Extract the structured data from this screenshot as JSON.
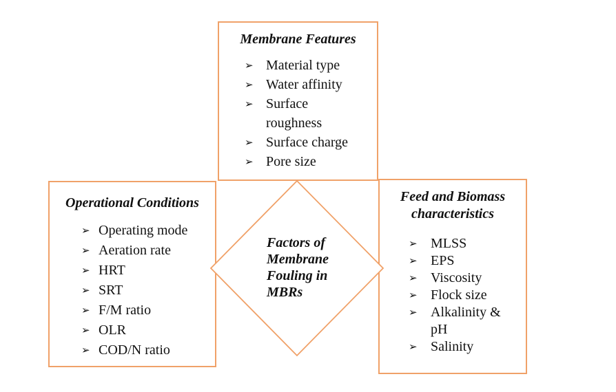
{
  "colors": {
    "border": "#F0A168",
    "text": "#111111",
    "background": "#FFFFFF"
  },
  "bullet_glyph": "➢",
  "boxes": {
    "membrane": {
      "title": "Membrane Features",
      "items": [
        "Material type",
        "Water affinity",
        "Surface roughness",
        "Surface charge",
        "Pore size"
      ]
    },
    "operational": {
      "title": "Operational Conditions",
      "items": [
        "Operating mode",
        "Aeration rate",
        "HRT",
        "SRT",
        "F/M ratio",
        "OLR",
        "COD/N ratio"
      ]
    },
    "feed": {
      "title": "Feed and Biomass characteristics",
      "items": [
        "MLSS",
        "EPS",
        "Viscosity",
        "Flock size",
        "Alkalinity & pH",
        "Salinity"
      ]
    }
  },
  "center": {
    "lines": [
      "Factors of",
      "Membrane",
      "Fouling in",
      "MBRs"
    ]
  }
}
